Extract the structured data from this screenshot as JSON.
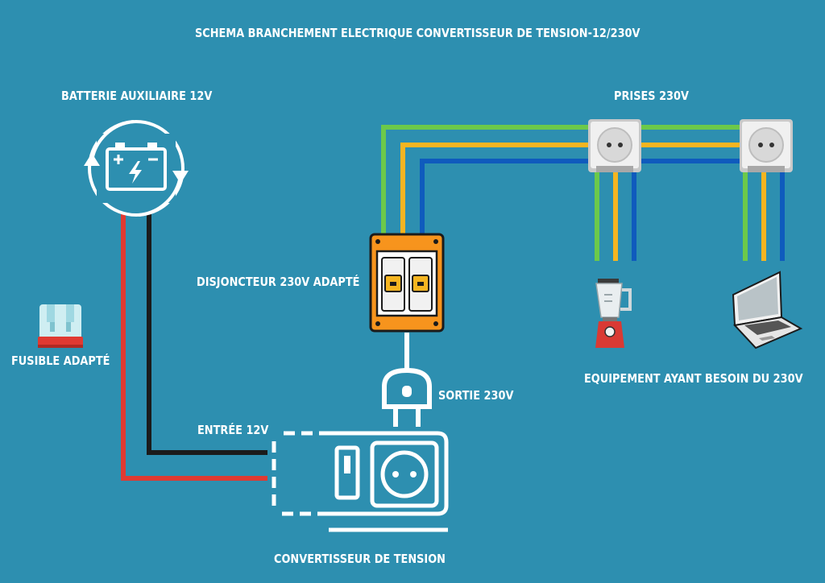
{
  "title": "SCHEMA BRANCHEMENT ELECTRIQUE CONVERTISSEUR DE TENSION-12/230V",
  "labels": {
    "battery": "BATTERIE AUXILIAIRE 12V",
    "fuse": "FUSIBLE ADAPTÉ",
    "breaker": "DISJONCTEUR 230V ADAPTÉ",
    "output": "SORTIE 230V",
    "input": "ENTRÉE 12V",
    "converter": "CONVERTISSEUR DE TENSION",
    "outlets": "PRISES 230V",
    "equipment": "EQUIPEMENT AYANT BESOIN DU 230V"
  },
  "colors": {
    "background": "#2d8fb0",
    "wire_positive": "#e03a32",
    "wire_negative": "#1b1b1b",
    "wire_earth": "#6cc94a",
    "wire_phase": "#f5b521",
    "wire_neutral": "#0f5bbd",
    "breaker_body": "#f7941d"
  },
  "icons": [
    "battery-icon",
    "fuse-icon",
    "breaker-icon",
    "plug-icon",
    "inverter-icon",
    "outlet-icon",
    "blender-icon",
    "laptop-icon"
  ]
}
